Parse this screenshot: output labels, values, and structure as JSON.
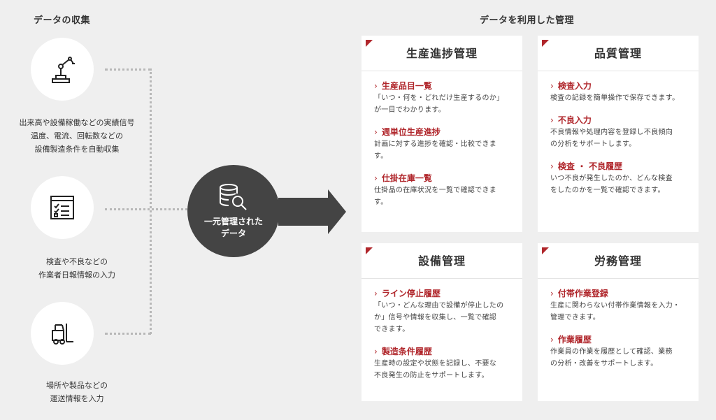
{
  "left": {
    "heading": "データの収集",
    "sources": [
      {
        "icon": "robot-arm-icon",
        "lines": [
          "出来高や設備稼働などの実績信号",
          "温度、電流、回転数などの",
          "設備製造条件を自動収集"
        ]
      },
      {
        "icon": "checklist-window-icon",
        "lines": [
          "検査や不良などの",
          "作業者日報情報の入力"
        ]
      },
      {
        "icon": "forklift-icon",
        "lines": [
          "場所や製品などの",
          "運送情報を入力"
        ]
      }
    ]
  },
  "hub": {
    "icon": "database-search-icon",
    "lines": [
      "一元管理された",
      "データ"
    ]
  },
  "right": {
    "heading": "データを利用した管理",
    "cards": [
      {
        "title": "生産進捗管理",
        "items": [
          {
            "title": "生産品目一覧",
            "lines": [
              "「いつ・何を・どれだけ生産するのか」",
              "が一目でわかります。"
            ]
          },
          {
            "title": "週単位生産進捗",
            "lines": [
              "計画に対する進捗を確認・比較できま",
              "す。"
            ]
          },
          {
            "title": "仕掛在庫一覧",
            "lines": [
              "仕掛品の在庫状況を一覧で確認できま",
              "す。"
            ]
          }
        ]
      },
      {
        "title": "品質管理",
        "items": [
          {
            "title": "検査入力",
            "lines": [
              "検査の記録を簡単操作で保存できます。"
            ]
          },
          {
            "title": "不良入力",
            "lines": [
              "不良情報や処理内容を登録し不良傾向",
              "の分析をサポートします。"
            ]
          },
          {
            "title": "検査 ・ 不良履歴",
            "lines": [
              "いつ不良が発生したのか、どんな検査",
              "をしたのかを一覧で確認できます。"
            ]
          }
        ]
      },
      {
        "title": "設備管理",
        "items": [
          {
            "title": "ライン停止履歴",
            "lines": [
              "「いつ・どんな理由で設備が停止したの",
              "か」信号や情報を収集し、一覧で確認",
              "できます。"
            ]
          },
          {
            "title": "製造条件履歴",
            "lines": [
              "生産時の設定や状態を記録し、不要な",
              "不良発生の防止をサポートします。"
            ]
          }
        ]
      },
      {
        "title": "労務管理",
        "items": [
          {
            "title": "付帯作業登録",
            "lines": [
              "生産に関わらない付帯作業情報を入力・",
              "管理できます。"
            ]
          },
          {
            "title": "作業履歴",
            "lines": [
              "作業員の作業を履歴として確認、業務",
              "の分析・改善をサポートします。"
            ]
          }
        ]
      }
    ]
  },
  "colors": {
    "accent": "#b0262b",
    "hub": "#444444",
    "background": "#efefef"
  }
}
